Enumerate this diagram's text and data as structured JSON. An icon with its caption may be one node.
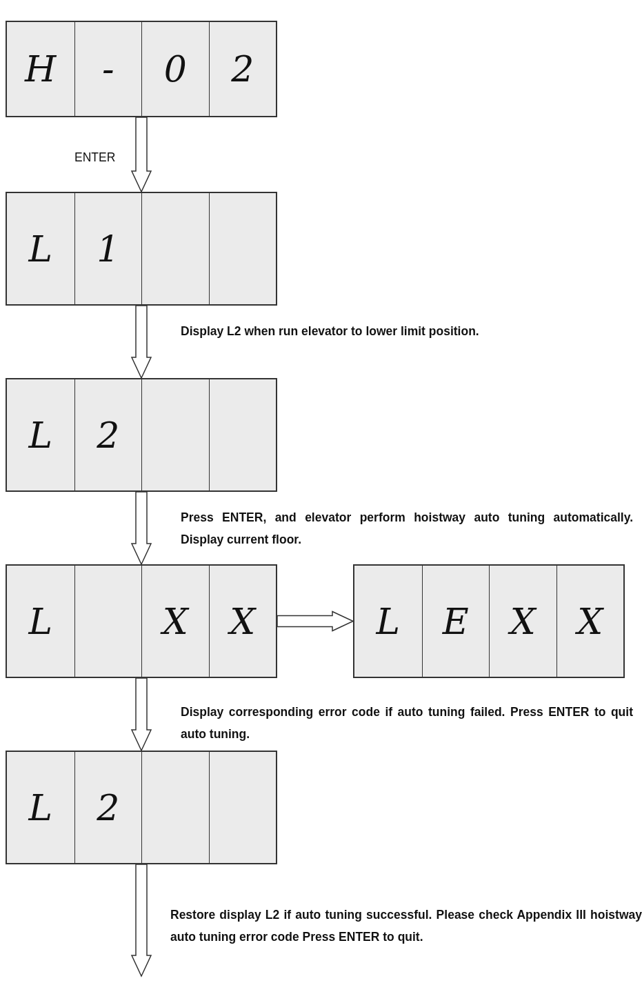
{
  "diagram": {
    "nodes": [
      {
        "text": [],
        "shape": "box"
      },
      {
        "text": [
          "H"
        ],
        "in": 0
      },
      {
        "text": [
          "-"
        ],
        "in": 0
      },
      {
        "text": [
          "0"
        ],
        "in": 0
      },
      {
        "text": [
          "2"
        ],
        "in": 0
      },
      {
        "text": [],
        "shape": "box"
      },
      {
        "text": [
          "L"
        ],
        "in": 5
      },
      {
        "text": [
          "1"
        ],
        "in": 5
      },
      {
        "text": [],
        "shape": "box",
        "in": 5
      },
      {
        "text": [],
        "shape": "box",
        "in": 5
      },
      {
        "text": [],
        "shape": "box"
      },
      {
        "text": [
          "L"
        ],
        "in": 10
      },
      {
        "text": [
          "2"
        ],
        "in": 10
      },
      {
        "text": [],
        "shape": "box",
        "in": 10
      },
      {
        "text": [],
        "shape": "box",
        "in": 10
      },
      {
        "text": [],
        "shape": "box"
      },
      {
        "text": [
          "L"
        ],
        "in": 15
      },
      {
        "text": [],
        "shape": "box",
        "in": 15
      },
      {
        "text": [
          "X"
        ],
        "in": 15
      },
      {
        "text": [
          "X"
        ],
        "in": 15
      },
      {
        "text": [],
        "shape": "box"
      },
      {
        "text": [
          "L"
        ],
        "in": 20
      },
      {
        "text": [
          "E"
        ],
        "in": 20
      },
      {
        "text": [
          "X"
        ],
        "in": 20
      },
      {
        "text": [
          "X"
        ],
        "in": 20
      },
      {
        "text": [],
        "shape": "box"
      },
      {
        "text": [
          "L"
        ],
        "in": 25
      },
      {
        "text": [
          "2"
        ],
        "in": 25
      },
      {
        "text": [],
        "shape": "box",
        "in": 25
      },
      {
        "text": [],
        "shape": "box",
        "in": 25
      }
    ],
    "edges": [
      {
        "from": 0,
        "to": 5,
        "arrow": "to",
        "label": "ENTER"
      },
      {
        "from": 5,
        "to": 10,
        "arrow": "to",
        "label": "Display L2 when run elevator to lower limit position."
      },
      {
        "from": 10,
        "to": 15,
        "arrow": "to",
        "label": "Press ENTER, and elevator perform hoistway auto tuning automatically. Display current floor."
      },
      {
        "from": 15,
        "to": 20,
        "arrow": "to"
      },
      {
        "from": 15,
        "to": 25,
        "arrow": "to",
        "label": "Display corresponding error code if auto tuning failed. Press ENTER to quit auto tuning."
      },
      {
        "from": 25,
        "to": null,
        "arrow": "to",
        "label": "Restore display L2 if auto tuning successful. Please check Appendix III hoistway auto tuning error code Press ENTER to quit."
      }
    ]
  }
}
